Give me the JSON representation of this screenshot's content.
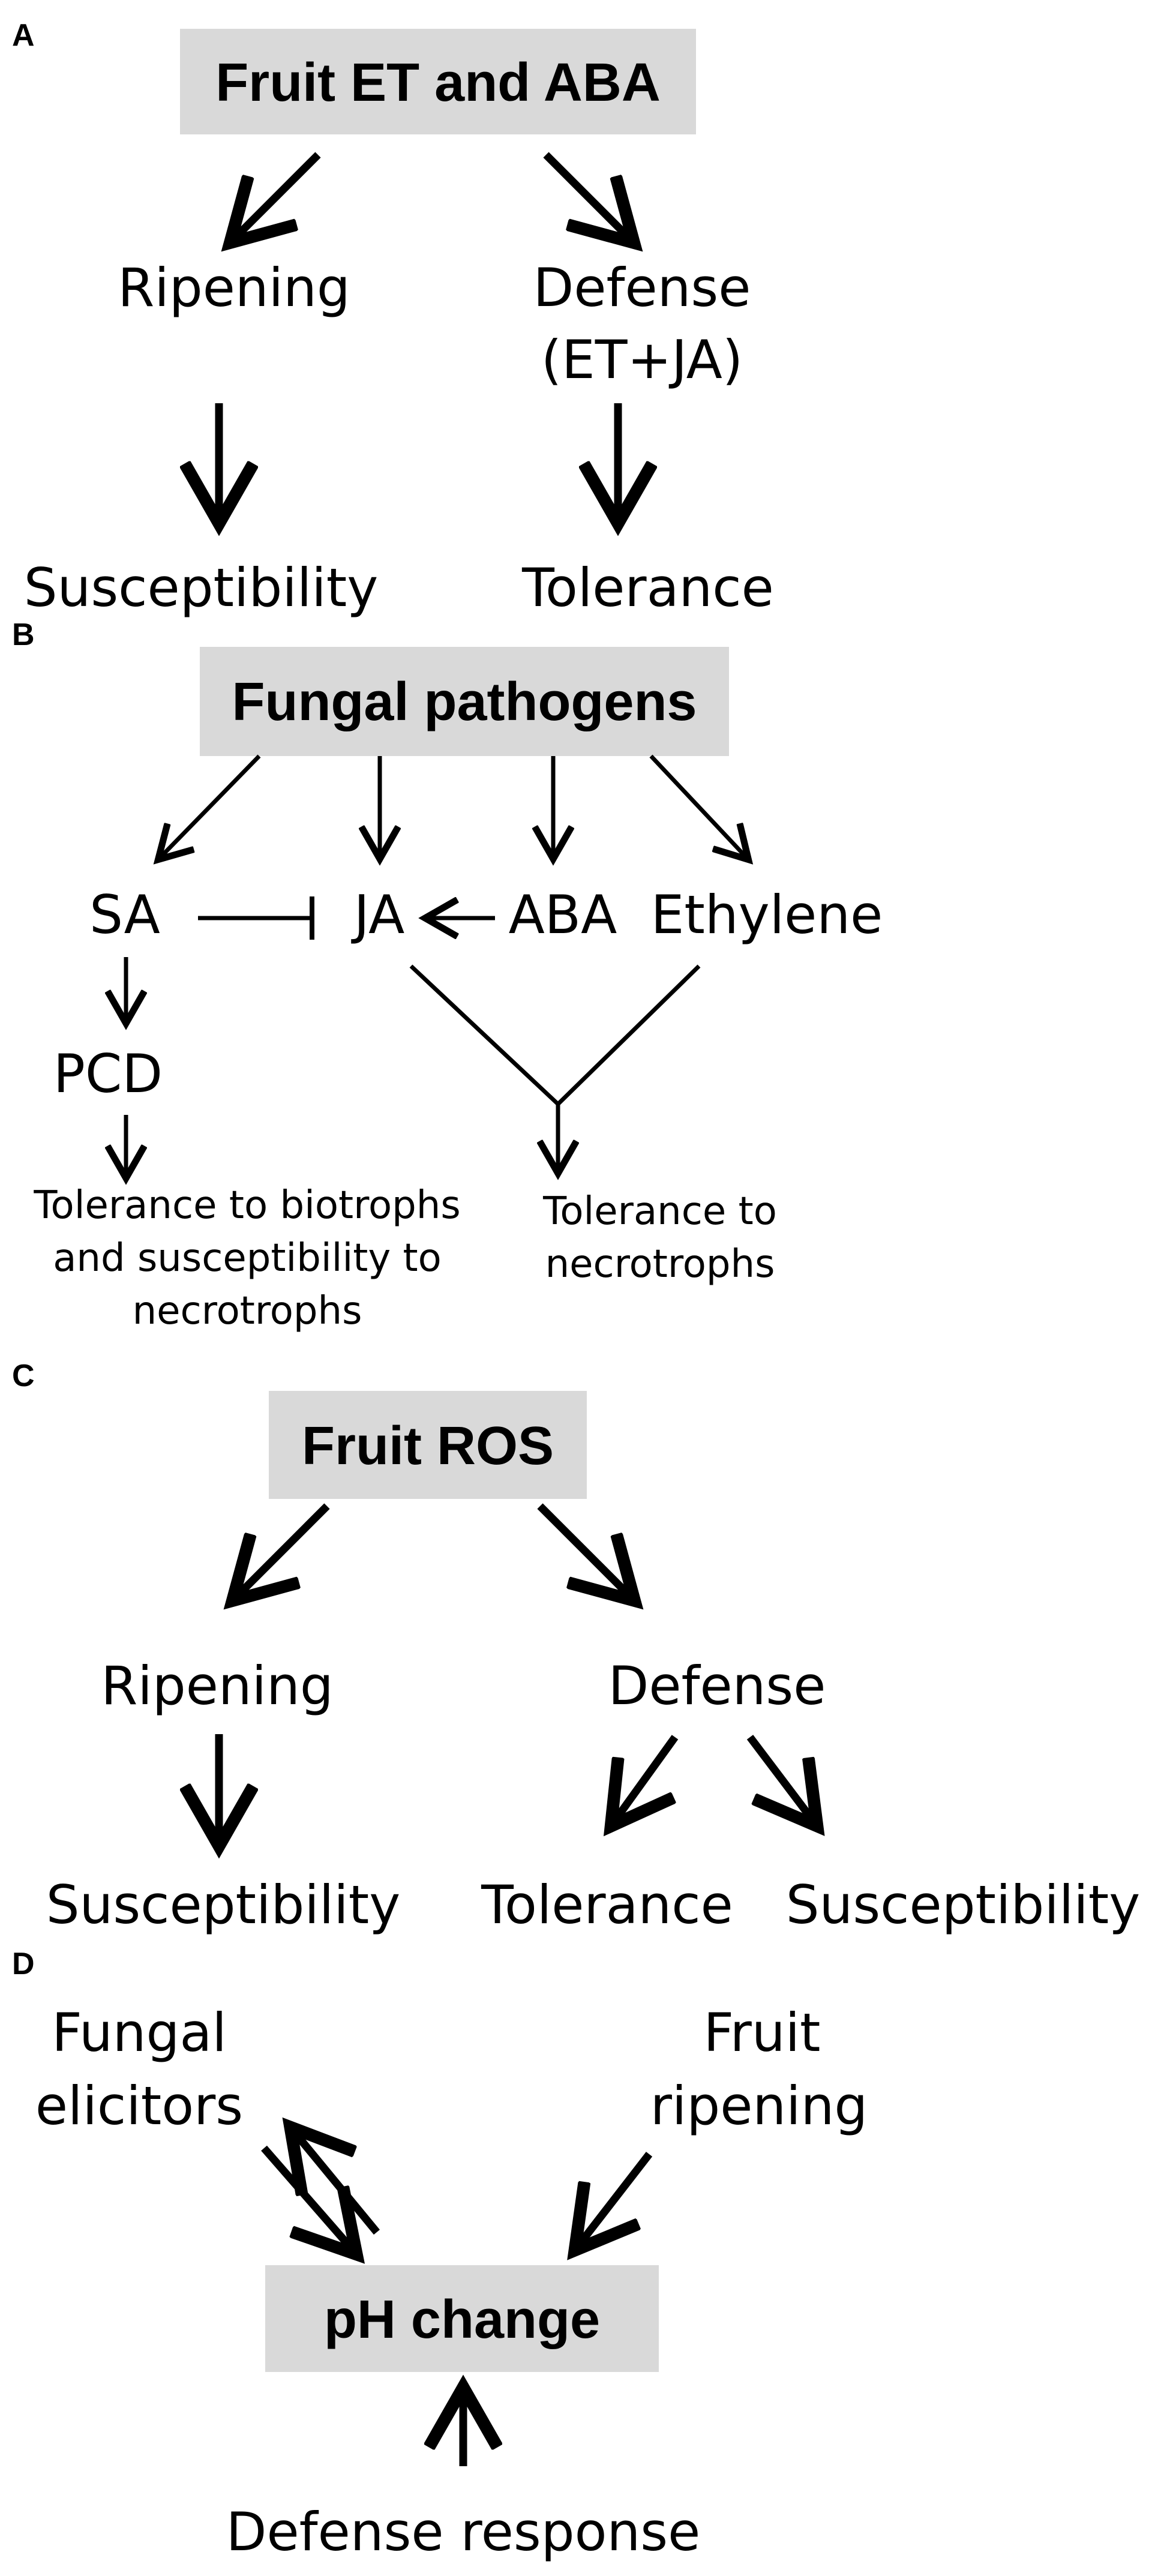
{
  "panels": {
    "a": {
      "letter": "A",
      "title": "Fruit ET and ABA",
      "ripening": "Ripening",
      "defense_line1": "Defense",
      "defense_line2": "(ET+JA)",
      "susceptibility": "Susceptibility",
      "tolerance": "Tolerance"
    },
    "b": {
      "letter": "B",
      "title": "Fungal pathogens",
      "sa": "SA",
      "ja": "JA",
      "aba": "ABA",
      "ethylene": "Ethylene",
      "pcd": "PCD",
      "left_outcome_line1": "Tolerance to biotrophs",
      "left_outcome_line2": "and susceptibility to",
      "left_outcome_line3": "necrotrophs",
      "right_outcome_line1": "Tolerance to",
      "right_outcome_line2": "necrotrophs"
    },
    "c": {
      "letter": "C",
      "title": "Fruit ROS",
      "ripening": "Ripening",
      "defense": "Defense",
      "susceptibility_left": "Susceptibility",
      "tolerance": "Tolerance",
      "susceptibility_right": "Susceptibility"
    },
    "d": {
      "letter": "D",
      "fungal_line1": "Fungal",
      "fungal_line2": "elicitors",
      "fruit_line1": "Fruit",
      "fruit_line2": "ripening",
      "title": "pH change",
      "defense_response": "Defense response"
    }
  },
  "colors": {
    "box_fill": "#d9d9d9",
    "ink": "#000000"
  }
}
